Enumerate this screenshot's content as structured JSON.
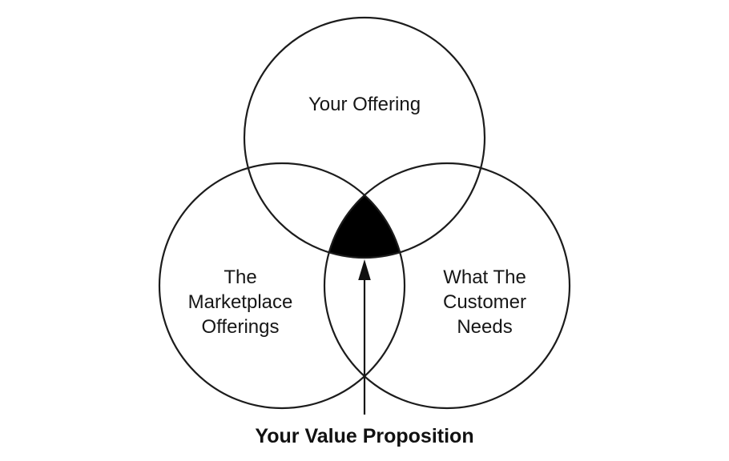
{
  "page": {
    "background_color": "#ffffff"
  },
  "diagram": {
    "type": "venn",
    "colors": {
      "circle_stroke": "#1c1c1c",
      "intersection_fill": "#000000",
      "text": "#161616"
    },
    "circles": [
      {
        "id": "top",
        "label_lines": [
          "Your Offering"
        ]
      },
      {
        "id": "left",
        "label_lines": [
          "The",
          "Marketplace",
          "Offerings"
        ]
      },
      {
        "id": "right",
        "label_lines": [
          "What The",
          "Customer",
          "Needs"
        ]
      }
    ],
    "annotation": {
      "label": "Your Value Proposition",
      "arrow_target": "triple-intersection"
    }
  }
}
